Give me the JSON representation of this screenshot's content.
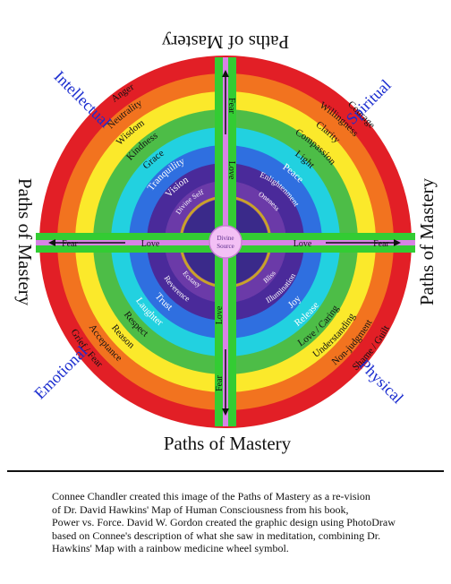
{
  "paths_label": "Paths of Mastery",
  "quadrants": {
    "intellectual": {
      "label": "Intellectual",
      "levels": [
        "Anger",
        "Neutrality",
        "Wisdom",
        "Kindness",
        "Grace",
        "Tranquility",
        "Vision",
        "Divine Self"
      ]
    },
    "spiritual": {
      "label": "Spiritual",
      "levels": [
        "Courage",
        "Willingness",
        "Clarity",
        "Compassion",
        "Light",
        "Peace",
        "Enlightenment",
        "Oneness"
      ]
    },
    "emotional": {
      "label": "Emotional",
      "levels": [
        "Grief / Fear",
        "Acceptance",
        "Reason",
        "Respect",
        "Laughter",
        "Trust",
        "Reverence",
        "Ecstasy"
      ]
    },
    "physical": {
      "label": "Physical",
      "levels": [
        "Shame / Guilt",
        "Non-judgment",
        "Understanding",
        "Love / Caring",
        "Release",
        "Joy",
        "Illumination",
        "Bliss"
      ]
    }
  },
  "axis_words": {
    "fear": "Fear",
    "love": "Love"
  },
  "center": {
    "line1": "Divine",
    "line2": "Source"
  },
  "caption": [
    "Connee Chandler created this image of the Paths of Mastery as a re-vision",
    "of Dr. David Hawkins' Map of Human Consciousness from his book,",
    "Power vs. Force.  David W. Gordon created the graphic design using PhotoDraw",
    "based on Connee's description of what she saw in meditation, combining Dr.",
    "Hawkins' Map with a rainbow medicine wheel symbol."
  ],
  "colors": {
    "rings": [
      "#e21f26",
      "#f2731f",
      "#fbe92b",
      "#4dbd47",
      "#22d1e0",
      "#2f6fe0",
      "#4a2a9a"
    ],
    "cross_green": "#33cc33",
    "cross_pink": "#d883e6",
    "center": "#f3c0f5",
    "quadrant_label": "#1a2ccf"
  }
}
